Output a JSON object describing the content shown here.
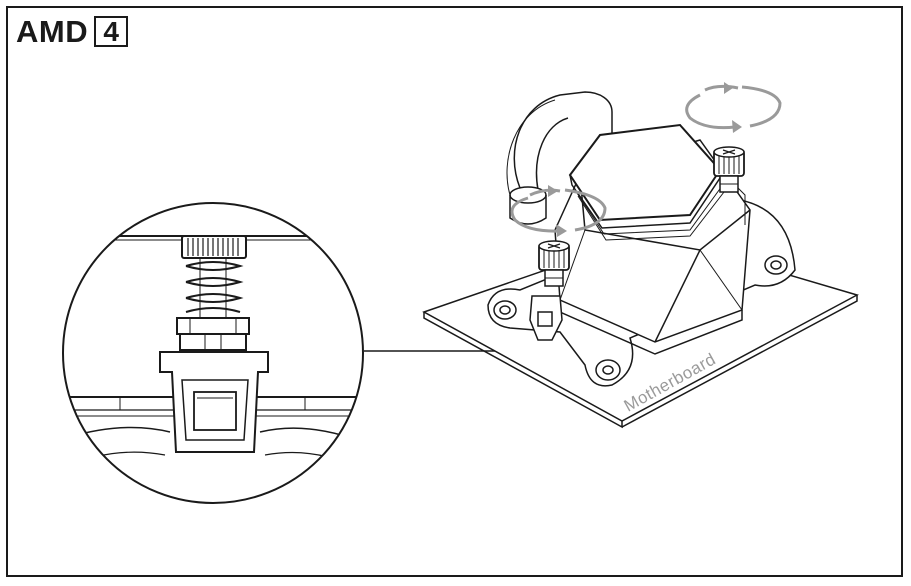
{
  "header": {
    "brand": "AMD",
    "step_number": "4"
  },
  "labels": {
    "motherboard": "Motherboard"
  },
  "icons": {
    "rotate_arrow": "rotate-arrows-icon",
    "thumb_screw": "thumb-screw-icon"
  },
  "colors": {
    "line": "#1a1a1a",
    "rotation_arrows": "#9a9a9a",
    "label": "#9a9a9a"
  }
}
